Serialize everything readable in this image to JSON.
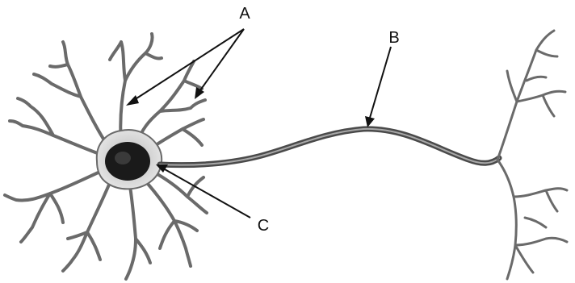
{
  "labels": {
    "a": "A",
    "b": "B",
    "c": "C"
  },
  "colors": {
    "ink": "#111111",
    "membrane": "#6a6a6a",
    "soma_fill": "#d8d8d8",
    "nucleus": "#1a1a1a"
  }
}
